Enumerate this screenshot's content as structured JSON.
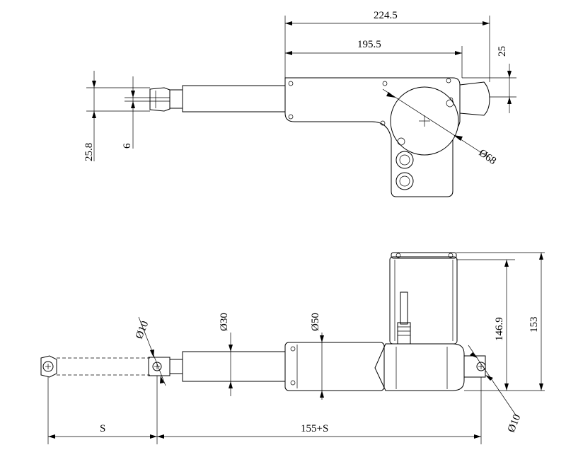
{
  "drawing": {
    "top_view": {
      "dims": {
        "overall_length": "224.5",
        "body_length": "195.5",
        "motor_offset": "25",
        "rod_end_width": "25.8",
        "clevis_slot": "6",
        "motor_diameter": "Ø68"
      }
    },
    "side_view": {
      "dims": {
        "rod_end_hole": "Ø10",
        "rod_diameter": "Ø30",
        "tube_diameter": "Ø50",
        "motor_height_inner": "146.9",
        "motor_height_outer": "153",
        "rear_hole": "Ø10",
        "stroke": "S",
        "retracted_length": "155+S"
      }
    }
  }
}
